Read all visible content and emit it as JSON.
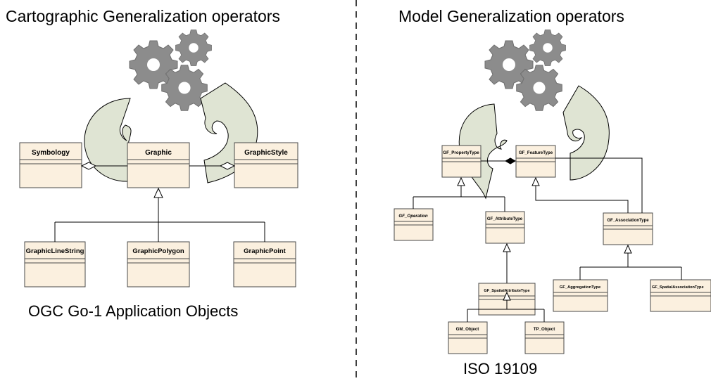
{
  "left": {
    "title": "Cartographic Generalization operators",
    "caption": "OGC Go-1 Application Objects",
    "classes": {
      "symbology": "Symbology",
      "graphic": "Graphic",
      "graphic_style": "GraphicStyle",
      "graphic_line_string": "GraphicLineString",
      "graphic_polygon": "GraphicPolygon",
      "graphic_point": "GraphicPoint"
    }
  },
  "right": {
    "title": "Model Generalization operators",
    "caption": "ISO 19109",
    "classes": {
      "gf_property_type": "GF_PropertyType",
      "gf_feature_type": "GF_FeatureType",
      "gf_operation": "GF_Operation",
      "gf_attribute_type": "GF_AttributeType",
      "gf_association_type": "GF_AssociationType",
      "gf_spatial_attribute_type": "GF_SpatialAttributeType",
      "gf_aggregation_type": "GF_AggregationType",
      "gf_spatial_association_type": "GF_SpatialAssociationType",
      "gm_object": "GM_Object",
      "tp_object": "TP_Object"
    }
  },
  "colors": {
    "class_fill": "#fbf0df",
    "operator_arrow": "#dfe4d3",
    "gear": "#8c8c8c"
  },
  "icons": [
    "gear-icon",
    "circular-arrow-icon"
  ]
}
